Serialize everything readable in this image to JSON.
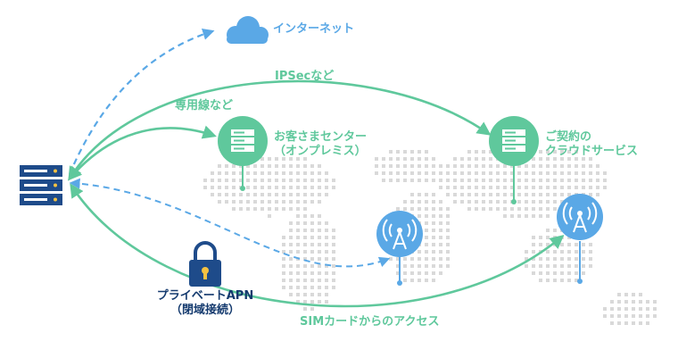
{
  "labels": {
    "internet": "インターネット",
    "ipsec": "IPSecなど",
    "leased_line": "専用線など",
    "customer_center_line1": "お客さまセンター",
    "customer_center_line2": "（オンプレミス）",
    "cloud_line1": "ご契約の",
    "cloud_line2": "クラウドサービス",
    "private_apn_line1": "プライベートAPN",
    "private_apn_line2": "（閉域接続）",
    "sim_access": "SIMカードからのアクセス"
  },
  "colors": {
    "green": "#5fc89c",
    "blue": "#5aa8e6",
    "navy": "#143a6e",
    "map_dots": "#d9d9d9",
    "accent_yellow": "#f5c242"
  },
  "icons": {
    "server": "server-icon",
    "cloud": "cloud-icon",
    "lock": "padlock-icon",
    "antenna": "antenna-icon"
  }
}
